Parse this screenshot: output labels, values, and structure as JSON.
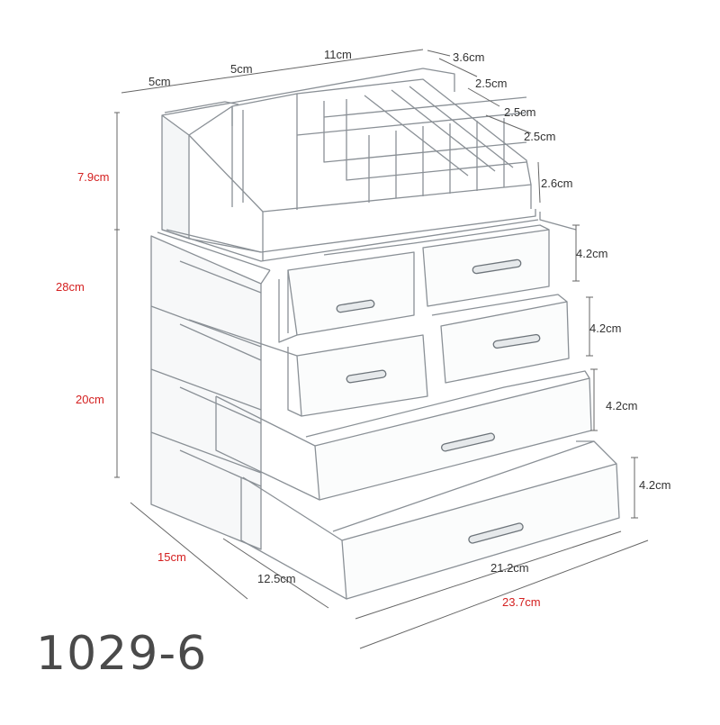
{
  "product": {
    "model_number": "1029-6",
    "colors": {
      "label_black": "#333333",
      "label_red": "#d42020",
      "acrylic_edge": "#8a9096"
    }
  },
  "dimensions": {
    "top_width_a": "5cm",
    "top_width_b": "5cm",
    "top_width_c": "11cm",
    "top_depth": "3.6cm",
    "slot_row_1": "2.5cm",
    "slot_row_2": "2.5cm",
    "slot_row_3": "2.5cm",
    "slot_row_4": "2.6cm",
    "top_height": "7.9cm",
    "total_height": "28cm",
    "drawer_height": "20cm",
    "drawer_1": "4.2cm",
    "drawer_2": "4.2cm",
    "drawer_3": "4.2cm",
    "drawer_4": "4.2cm",
    "depth": "15cm",
    "inner_depth": "12.5cm",
    "inner_width": "21.2cm",
    "total_width": "23.7cm"
  }
}
